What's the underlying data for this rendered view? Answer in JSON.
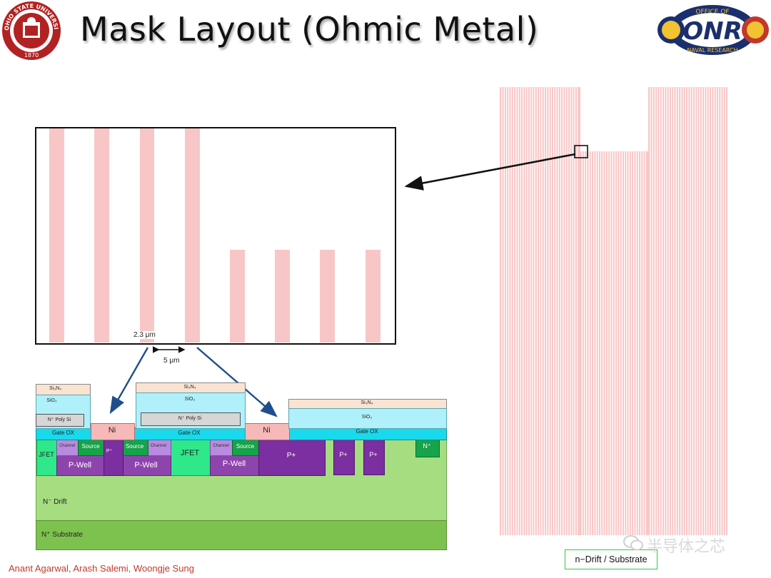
{
  "title": "Mask Layout (Ohmic Metal)",
  "credit": "Anant Agarwal, Arash Salemi, Woongje Sung",
  "legend": "n−Drift / Substrate",
  "watermark": "半导体之芯",
  "colors": {
    "mask_stripe": "#f8c6c6",
    "p_well": "#8e44ad",
    "jfet": "#2ee88a",
    "source": "#16a34a",
    "drift": "#a6dd80",
    "substrate": "#7dc24e",
    "sio2": "#b0f0fa",
    "gate_ox": "#19d9ec",
    "ni": "#f7b8b8",
    "si3n4": "#fbe3d2",
    "poly": "#d6d6d6",
    "arrow": "#1f4e8c"
  },
  "logos": {
    "left": {
      "icon": "ohio-state-seal-icon",
      "text": "OHIO STATE UNIVERSITY",
      "year": "1870"
    },
    "right": {
      "icon": "onr-logo-icon",
      "top_text": "OFFICE OF",
      "main_text": "ONR",
      "bottom_text": "NAVAL RESEARCH"
    }
  },
  "zoom_inset": {
    "dimension_small": "2.3 μm",
    "dimension_large": "5 μm"
  },
  "cross_section": {
    "layers": {
      "si3n4": "Si₃N₄",
      "sio2": "SiO₂",
      "poly": "N⁺ Poly Si",
      "gate_ox": "Gate OX",
      "ni": "Ni",
      "jfet": "JFET",
      "channel": "Channel",
      "source": "Source",
      "p_plus_small": "P⁺",
      "p_plus": "P+",
      "p_well": "P-Well",
      "n_plus": "N⁺",
      "drift": "N⁻ Drift",
      "substrate": "N⁺ Substrate"
    }
  }
}
